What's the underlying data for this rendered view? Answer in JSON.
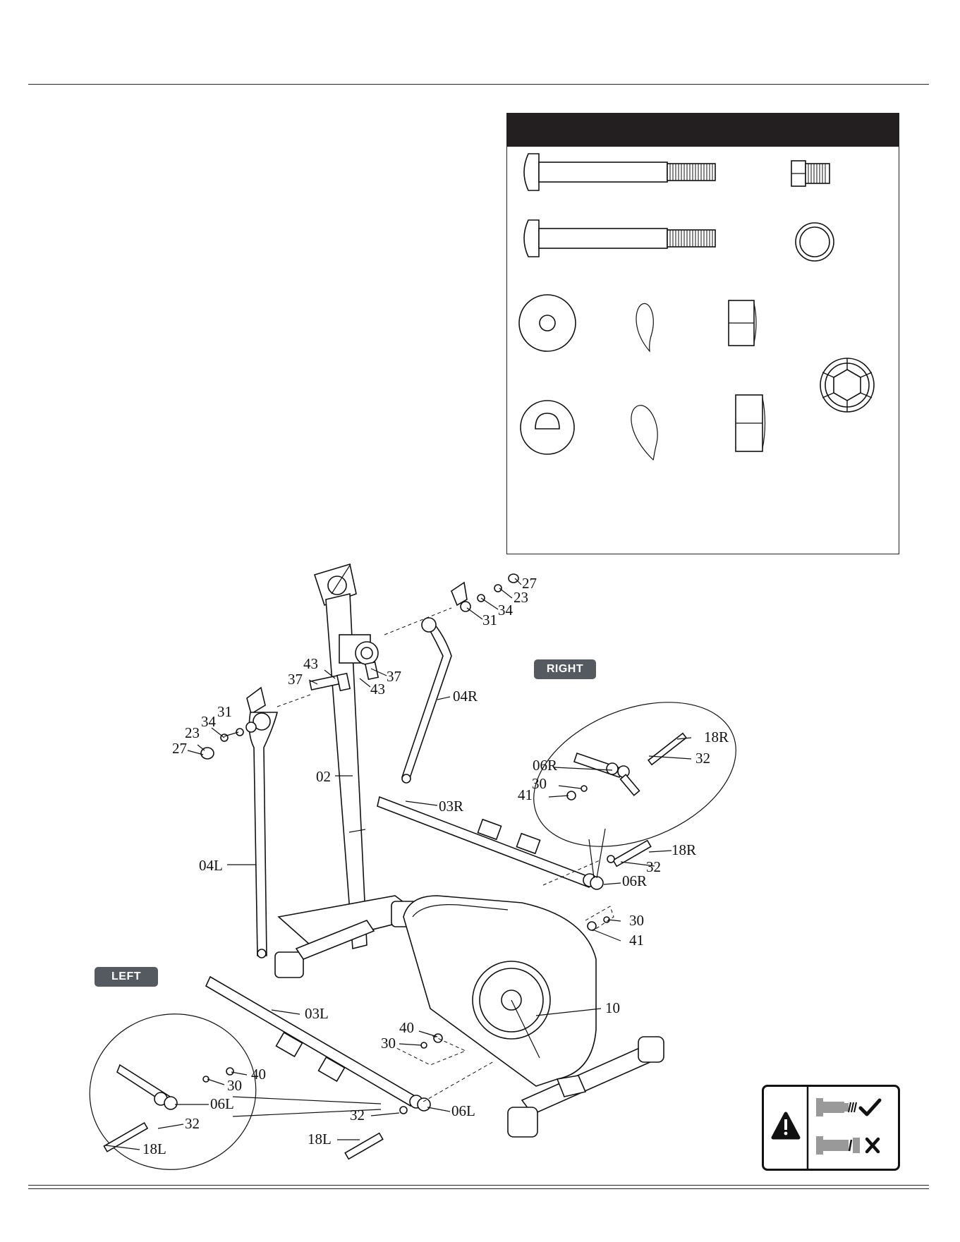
{
  "diagram": {
    "tags": {
      "right": "RIGHT",
      "left": "LEFT"
    },
    "callouts": [
      {
        "id": "c27a",
        "text": "27"
      },
      {
        "id": "c23a",
        "text": "23"
      },
      {
        "id": "c34a",
        "text": "34"
      },
      {
        "id": "c31a",
        "text": "31"
      },
      {
        "id": "c43a",
        "text": "43"
      },
      {
        "id": "c37a",
        "text": "37"
      },
      {
        "id": "c37b",
        "text": "37"
      },
      {
        "id": "c43b",
        "text": "43"
      },
      {
        "id": "c04R",
        "text": "04R"
      },
      {
        "id": "c31b",
        "text": "31"
      },
      {
        "id": "c34b",
        "text": "34"
      },
      {
        "id": "c23b",
        "text": "23"
      },
      {
        "id": "c27b",
        "text": "27"
      },
      {
        "id": "c02",
        "text": "02"
      },
      {
        "id": "c04L",
        "text": "04L"
      },
      {
        "id": "c03R",
        "text": "03R"
      },
      {
        "id": "c18Ra",
        "text": "18R"
      },
      {
        "id": "c32a",
        "text": "32"
      },
      {
        "id": "c06Ra",
        "text": "06R"
      },
      {
        "id": "c30a",
        "text": "30"
      },
      {
        "id": "c41a",
        "text": "41"
      },
      {
        "id": "c18Rb",
        "text": "18R"
      },
      {
        "id": "c32b",
        "text": "32"
      },
      {
        "id": "c06Rb",
        "text": "06R"
      },
      {
        "id": "c30b",
        "text": "30"
      },
      {
        "id": "c41b",
        "text": "41"
      },
      {
        "id": "c03L",
        "text": "03L"
      },
      {
        "id": "c10",
        "text": "10"
      },
      {
        "id": "c40a",
        "text": "40"
      },
      {
        "id": "c30c",
        "text": "30"
      },
      {
        "id": "c40b",
        "text": "40"
      },
      {
        "id": "c30d",
        "text": "30"
      },
      {
        "id": "c06La",
        "text": "06L"
      },
      {
        "id": "c32c",
        "text": "32"
      },
      {
        "id": "c18La",
        "text": "18L"
      },
      {
        "id": "c32d",
        "text": "32"
      },
      {
        "id": "c06Lb",
        "text": "06L"
      },
      {
        "id": "c18Lb",
        "text": "18L"
      }
    ]
  },
  "icons": {
    "warning": "warning-triangle-icon",
    "correct": "check-mark-icon",
    "incorrect": "cross-mark-icon"
  },
  "colors": {
    "header_bar": "#231f20",
    "tag_bg": "#555a60",
    "bolt_gray": "#999999"
  }
}
